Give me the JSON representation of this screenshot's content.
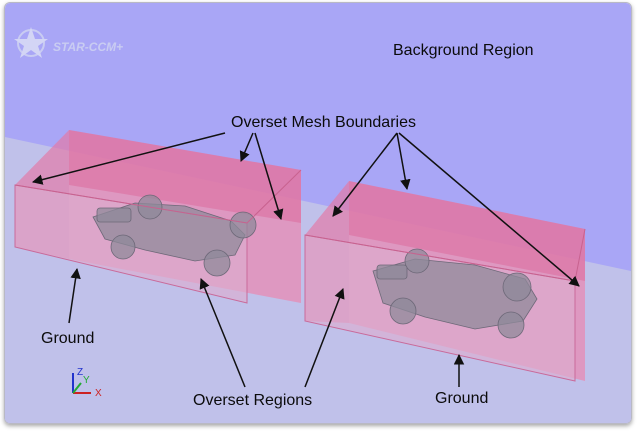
{
  "logo": {
    "text": "STAR-CCM+"
  },
  "labels": {
    "background_region": "Background Region",
    "overset_mesh_boundaries": "Overset Mesh Boundaries",
    "ground_left": "Ground",
    "ground_right": "Ground",
    "overset_regions": "Overset Regions"
  },
  "axes": {
    "x": "X",
    "y": "Y",
    "z": "Z"
  },
  "colors": {
    "background_region": "#a9a6f6",
    "ground": "#c0c1ea",
    "overset_box_face": "#e77fae",
    "overset_box_top": "#dd6a9c",
    "car_body": "#8f8a9a"
  }
}
